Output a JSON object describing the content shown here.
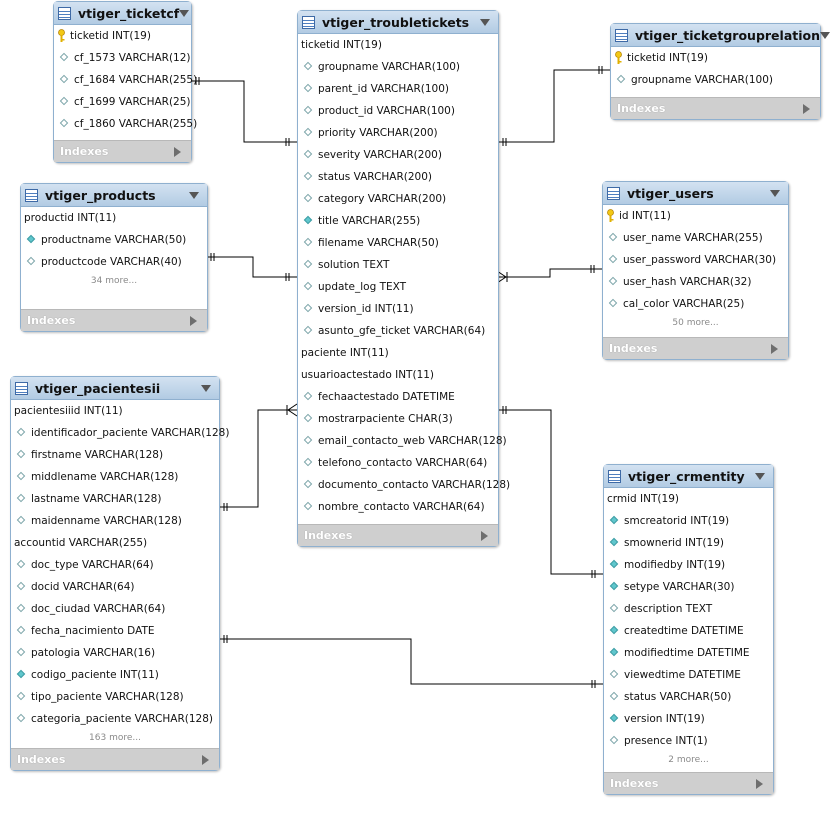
{
  "tables": [
    {
      "id": "ticketcf",
      "name": "vtiger_ticketcf",
      "columns": [
        {
          "text": "ticketid INT(19)",
          "kind": "key"
        },
        {
          "text": "cf_1573 VARCHAR(12)",
          "kind": "opt"
        },
        {
          "text": "cf_1684 VARCHAR(255)",
          "kind": "opt"
        },
        {
          "text": "cf_1699 VARCHAR(25)",
          "kind": "opt"
        },
        {
          "text": "cf_1860 VARCHAR(255)",
          "kind": "opt"
        }
      ],
      "more": "",
      "indexes_label": "Indexes"
    },
    {
      "id": "troubletickets",
      "name": "vtiger_troubletickets",
      "columns": [
        {
          "text": "ticketid INT(19)",
          "kind": "plain"
        },
        {
          "text": "groupname VARCHAR(100)",
          "kind": "opt"
        },
        {
          "text": "parent_id VARCHAR(100)",
          "kind": "opt"
        },
        {
          "text": "product_id VARCHAR(100)",
          "kind": "opt"
        },
        {
          "text": "priority VARCHAR(200)",
          "kind": "opt"
        },
        {
          "text": "severity VARCHAR(200)",
          "kind": "opt"
        },
        {
          "text": "status VARCHAR(200)",
          "kind": "opt"
        },
        {
          "text": "category VARCHAR(200)",
          "kind": "opt"
        },
        {
          "text": "title VARCHAR(255)",
          "kind": "req"
        },
        {
          "text": "filename VARCHAR(50)",
          "kind": "opt"
        },
        {
          "text": "solution TEXT",
          "kind": "opt"
        },
        {
          "text": "update_log TEXT",
          "kind": "opt"
        },
        {
          "text": "version_id INT(11)",
          "kind": "opt"
        },
        {
          "text": "asunto_gfe_ticket VARCHAR(64)",
          "kind": "opt"
        },
        {
          "text": "paciente INT(11)",
          "kind": "plain"
        },
        {
          "text": "usuarioactestado INT(11)",
          "kind": "plain"
        },
        {
          "text": "fechaactestado DATETIME",
          "kind": "opt"
        },
        {
          "text": "mostrarpaciente CHAR(3)",
          "kind": "opt"
        },
        {
          "text": "email_contacto_web VARCHAR(128)",
          "kind": "opt"
        },
        {
          "text": "telefono_contacto VARCHAR(64)",
          "kind": "opt"
        },
        {
          "text": "documento_contacto VARCHAR(128)",
          "kind": "opt"
        },
        {
          "text": "nombre_contacto VARCHAR(64)",
          "kind": "opt"
        }
      ],
      "more": "",
      "indexes_label": "Indexes"
    },
    {
      "id": "ticketgrouprelation",
      "name": "vtiger_ticketgrouprelation",
      "columns": [
        {
          "text": "ticketid INT(19)",
          "kind": "key"
        },
        {
          "text": "groupname VARCHAR(100)",
          "kind": "opt"
        }
      ],
      "more": "",
      "indexes_label": "Indexes"
    },
    {
      "id": "products",
      "name": "vtiger_products",
      "columns": [
        {
          "text": "productid INT(11)",
          "kind": "plain"
        },
        {
          "text": "productname VARCHAR(50)",
          "kind": "req"
        },
        {
          "text": "productcode VARCHAR(40)",
          "kind": "opt"
        }
      ],
      "more": "34 more...",
      "indexes_label": "Indexes"
    },
    {
      "id": "users",
      "name": "vtiger_users",
      "columns": [
        {
          "text": "id INT(11)",
          "kind": "key"
        },
        {
          "text": "user_name VARCHAR(255)",
          "kind": "opt"
        },
        {
          "text": "user_password VARCHAR(30)",
          "kind": "opt"
        },
        {
          "text": "user_hash VARCHAR(32)",
          "kind": "opt"
        },
        {
          "text": "cal_color VARCHAR(25)",
          "kind": "opt"
        }
      ],
      "more": "50 more...",
      "indexes_label": "Indexes"
    },
    {
      "id": "pacientesii",
      "name": "vtiger_pacientesii",
      "columns": [
        {
          "text": "pacientesiiid INT(11)",
          "kind": "plain"
        },
        {
          "text": "identificador_paciente VARCHAR(128)",
          "kind": "opt"
        },
        {
          "text": "firstname VARCHAR(128)",
          "kind": "opt"
        },
        {
          "text": "middlename VARCHAR(128)",
          "kind": "opt"
        },
        {
          "text": "lastname VARCHAR(128)",
          "kind": "opt"
        },
        {
          "text": "maidenname VARCHAR(128)",
          "kind": "opt"
        },
        {
          "text": "accountid VARCHAR(255)",
          "kind": "plain"
        },
        {
          "text": "doc_type VARCHAR(64)",
          "kind": "opt"
        },
        {
          "text": "docid VARCHAR(64)",
          "kind": "opt"
        },
        {
          "text": "doc_ciudad VARCHAR(64)",
          "kind": "opt"
        },
        {
          "text": "fecha_nacimiento DATE",
          "kind": "opt"
        },
        {
          "text": "patologia VARCHAR(16)",
          "kind": "opt"
        },
        {
          "text": "codigo_paciente INT(11)",
          "kind": "req"
        },
        {
          "text": "tipo_paciente VARCHAR(128)",
          "kind": "opt"
        },
        {
          "text": "categoria_paciente VARCHAR(128)",
          "kind": "opt"
        }
      ],
      "more": "163 more...",
      "indexes_label": "Indexes"
    },
    {
      "id": "crmentity",
      "name": "vtiger_crmentity",
      "columns": [
        {
          "text": "crmid INT(19)",
          "kind": "plain"
        },
        {
          "text": "smcreatorid INT(19)",
          "kind": "req"
        },
        {
          "text": "smownerid INT(19)",
          "kind": "req"
        },
        {
          "text": "modifiedby INT(19)",
          "kind": "req"
        },
        {
          "text": "setype VARCHAR(30)",
          "kind": "req"
        },
        {
          "text": "description TEXT",
          "kind": "opt"
        },
        {
          "text": "createdtime DATETIME",
          "kind": "req"
        },
        {
          "text": "modifiedtime DATETIME",
          "kind": "req"
        },
        {
          "text": "viewedtime DATETIME",
          "kind": "opt"
        },
        {
          "text": "status VARCHAR(50)",
          "kind": "opt"
        },
        {
          "text": "version INT(19)",
          "kind": "req"
        },
        {
          "text": "presence INT(1)",
          "kind": "opt"
        }
      ],
      "more": "2 more...",
      "indexes_label": "Indexes"
    }
  ],
  "relationships": [
    {
      "from": "ticketcf",
      "to": "troubletickets",
      "type": "one-to-one"
    },
    {
      "from": "ticketgrouprelation",
      "to": "troubletickets",
      "type": "one-to-one"
    },
    {
      "from": "products",
      "to": "troubletickets",
      "type": "one-to-one"
    },
    {
      "from": "users",
      "to": "troubletickets",
      "type": "one-to-many"
    },
    {
      "from": "pacientesii",
      "to": "troubletickets",
      "type": "one-to-many"
    },
    {
      "from": "crmentity",
      "to": "troubletickets",
      "type": "one-to-one"
    },
    {
      "from": "pacientesii",
      "to": "crmentity",
      "type": "one-to-one"
    }
  ],
  "colors": {
    "header": "#b2cbe3",
    "border": "#8fb0cf",
    "required": "#5fc6cc",
    "key": "#e8b80c",
    "indexes_bar": "#cfcfcf",
    "line": "#000000"
  }
}
